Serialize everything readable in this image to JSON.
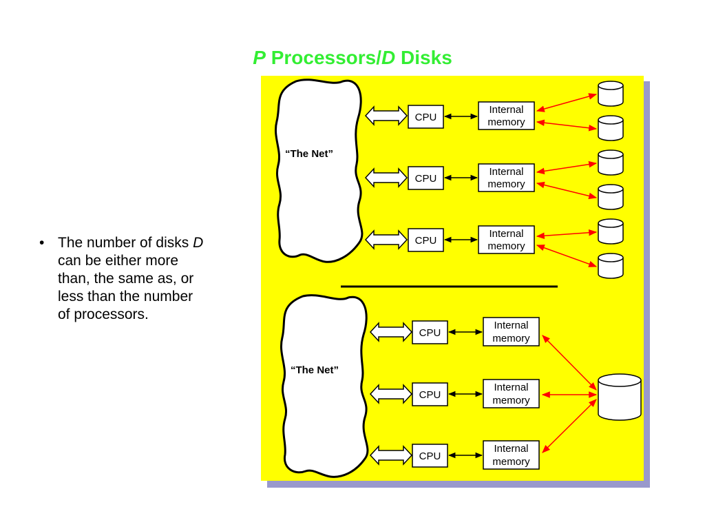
{
  "title": {
    "p_var": "P",
    "middle": " Processors/",
    "d_var": "D",
    "end": " Disks"
  },
  "bullet": {
    "line1_prefix": "The number of disks ",
    "line1_var": "D",
    "line2": "can be either more",
    "line3": "than, the same as, or",
    "line4": "less than the number",
    "line5": "of processors."
  },
  "diagram": {
    "net_label": "“The Net”",
    "cpu_label": "CPU",
    "memory_line1": "Internal",
    "memory_line2": "memory",
    "colors": {
      "panel": "#ffff00",
      "shadow": "#9999cc",
      "disk_link": "#ff0000"
    }
  }
}
